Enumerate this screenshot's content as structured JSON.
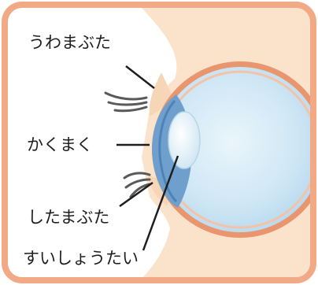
{
  "labels": {
    "upper_eyelid": "うわまぶた",
    "cornea": "かくまく",
    "lower_eyelid": "したまぶた",
    "lens": "すいしょうたい"
  },
  "colors": {
    "frame": "#f2aa86",
    "skin": "#fbe3cb",
    "eyeball_fill": "#cfe8f6",
    "eyeball_edge": "#e9956d",
    "cornea": "#6fa0cd",
    "lens": "#e4f3fb",
    "lashes": "#5a5a5a",
    "leader_line": "#1e1e1e",
    "text": "#1e1e1e"
  }
}
